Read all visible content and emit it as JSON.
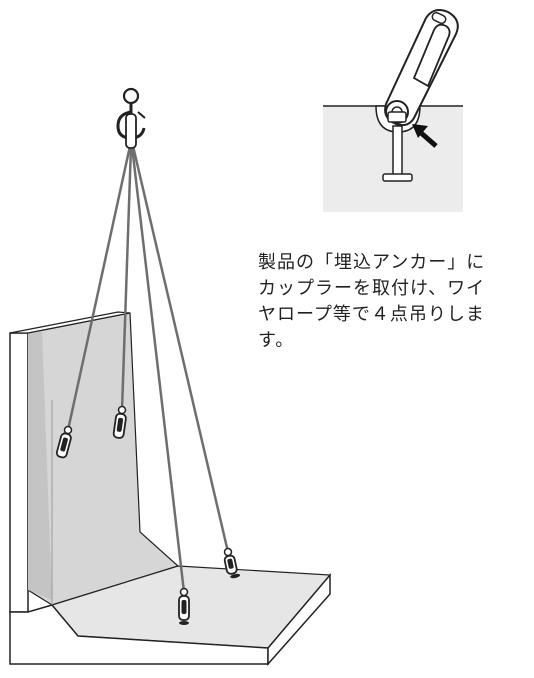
{
  "caption": {
    "lines": [
      "製品の「埋込アンカー」に",
      "カップラーを取付け、ワイ",
      "ヤロープ等で４点吊りしま",
      "す。"
    ]
  },
  "colors": {
    "wall_face": "#d6d6d6",
    "wall_shadow": "#c4c4c4",
    "floor_top": "#e6e6e6",
    "outline": "#222222",
    "rope": "#6e6e6e",
    "inset_bg": "#ececec"
  },
  "icons": {
    "crane_hook": "hook-icon",
    "coupler": "coupler-icon",
    "arrow": "arrow-icon"
  }
}
